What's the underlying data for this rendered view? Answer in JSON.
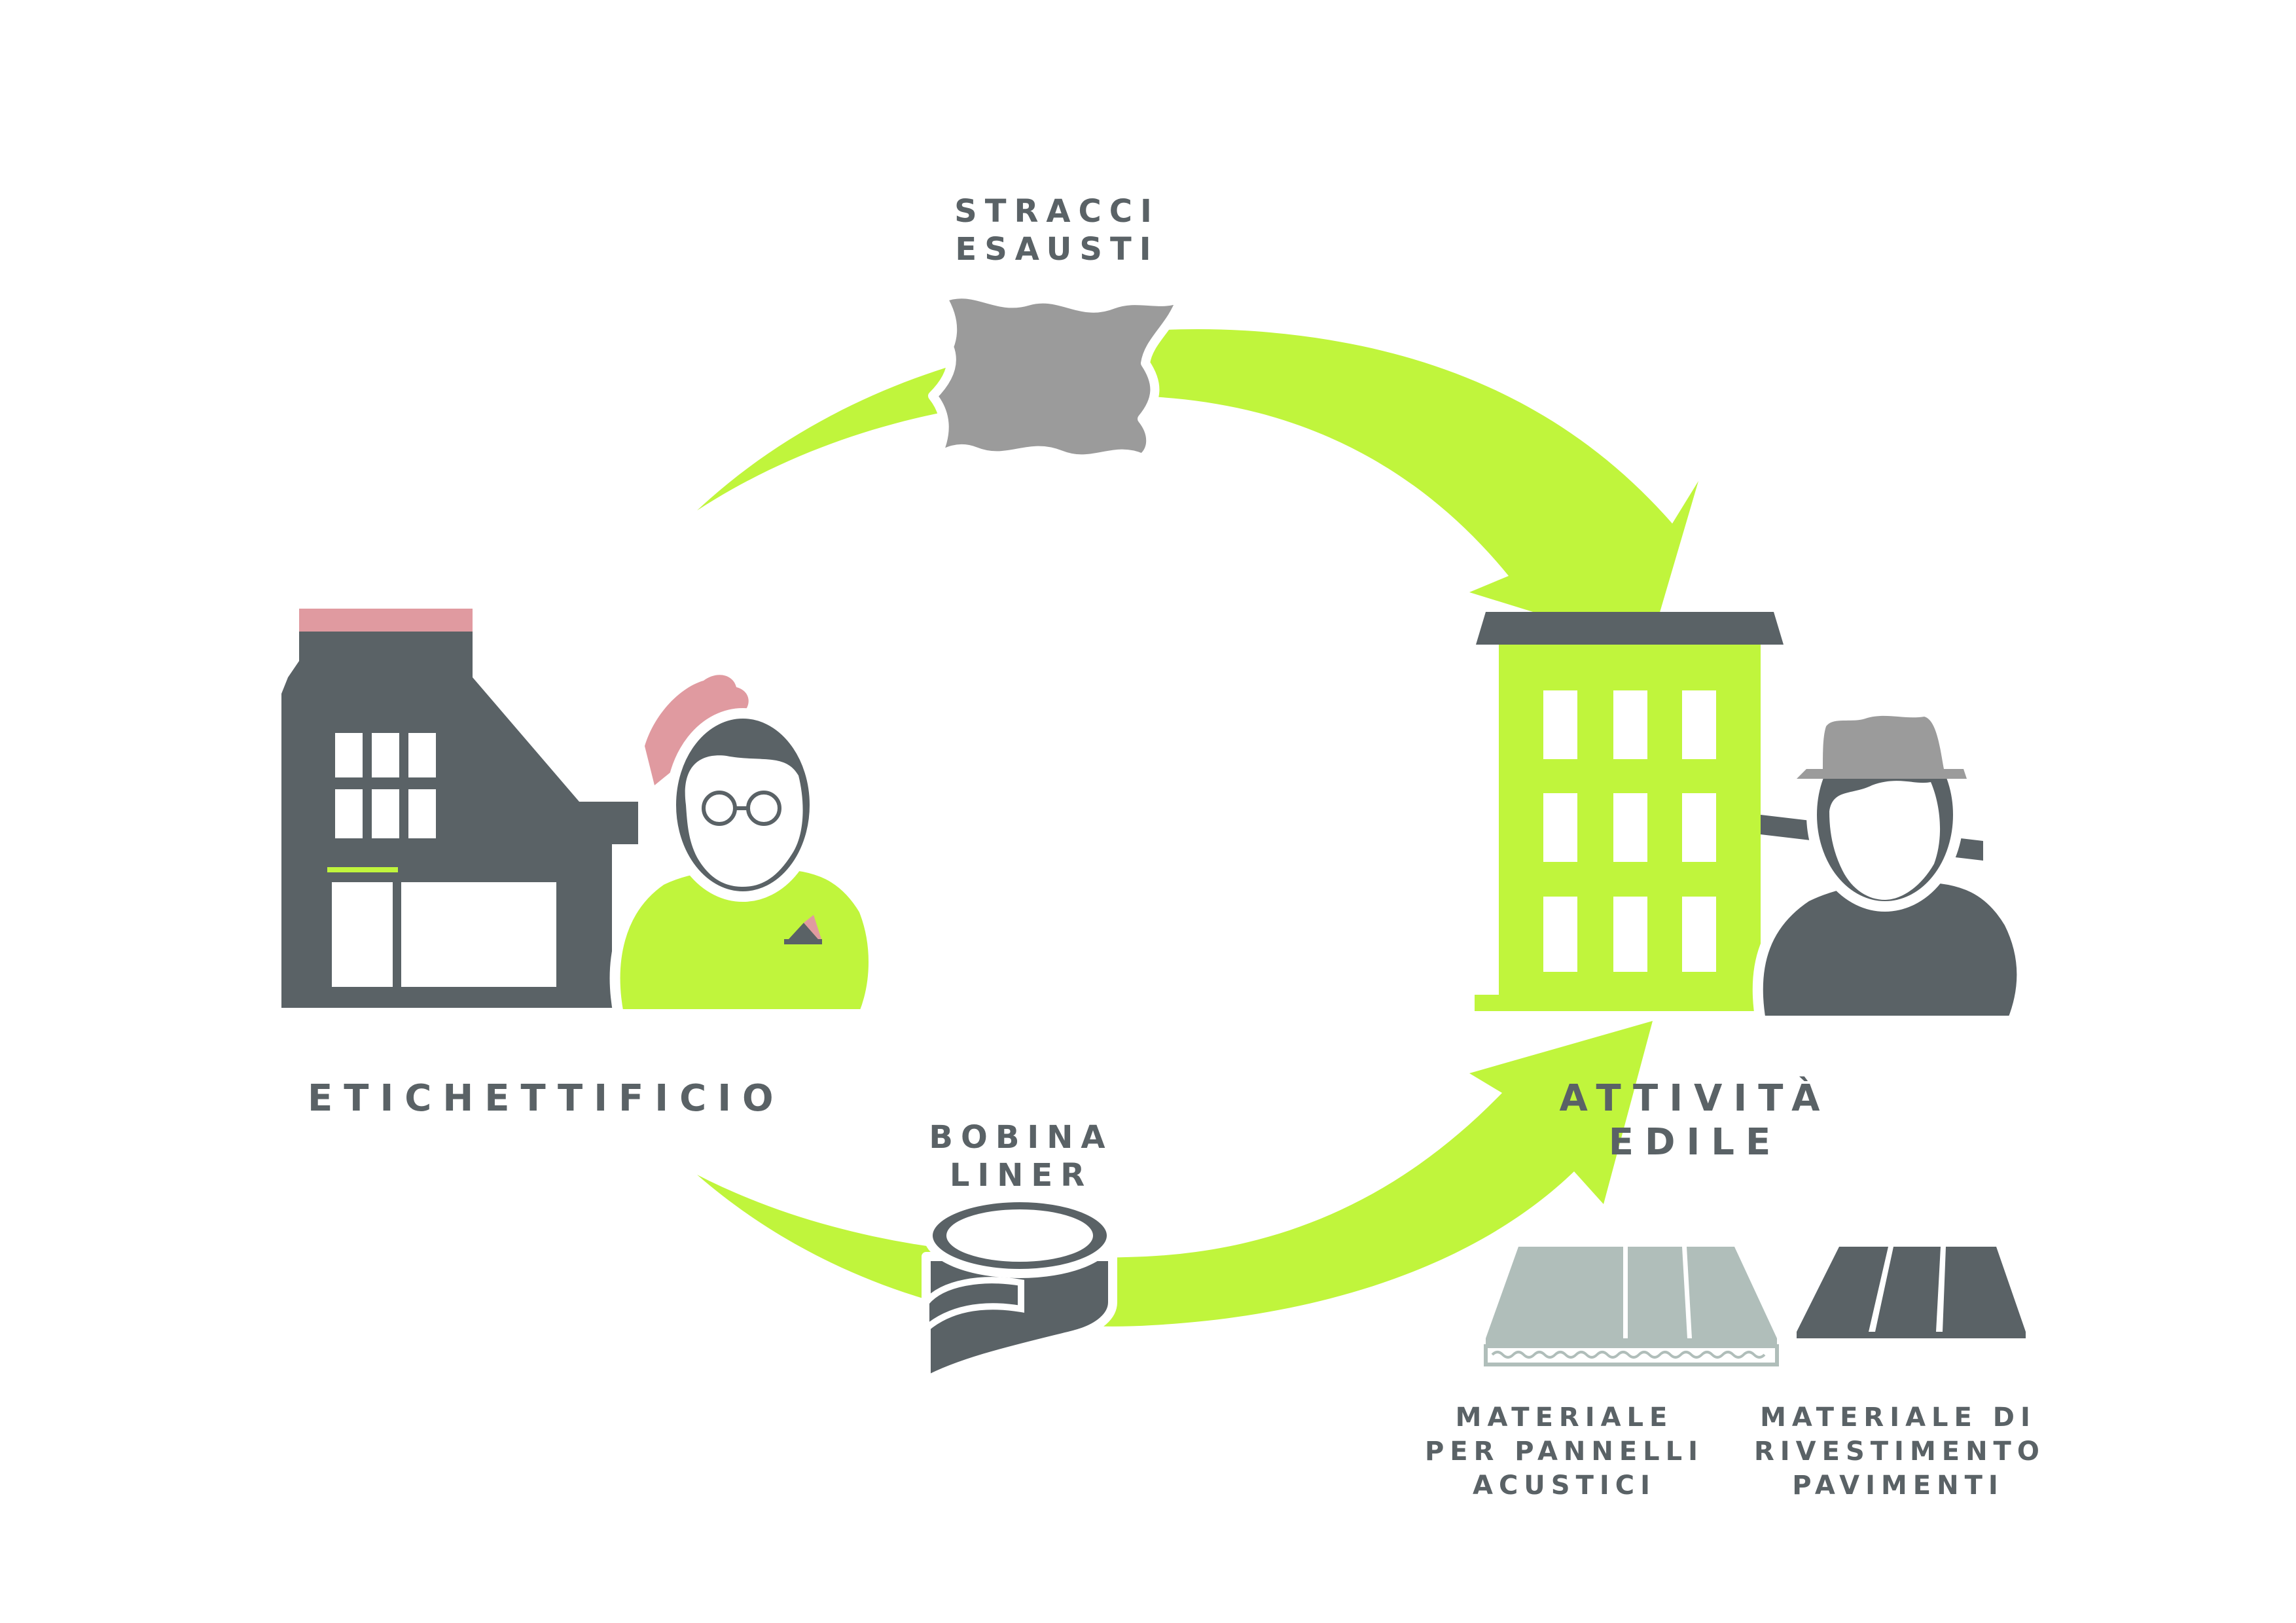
{
  "colors": {
    "green": "#c0f53c",
    "dark_gray": "#5a6266",
    "light_gray": "#9b9b9b",
    "pink": "#e09aa0",
    "pale_teal": "#b0beba",
    "background": "#ffffff"
  },
  "flow": {
    "top_item": [
      "STRACCI",
      "ESAUSTI"
    ],
    "bottom_item": [
      "BOBINA",
      "LINER"
    ]
  },
  "source": {
    "name": "ETICHETTIFICIO"
  },
  "destination": {
    "name": [
      "ATTIVITÀ",
      "EDILE"
    ]
  },
  "products": [
    {
      "label": [
        "MATERIALE",
        "PER PANNELLI",
        "ACUSTICI"
      ],
      "icon": "acoustic-panel-icon"
    },
    {
      "label": [
        "MATERIALE DI",
        "RIVESTIMENTO",
        "PAVIMENTI"
      ],
      "icon": "floor-covering-icon"
    }
  ],
  "icons": {
    "top_item": "rag-icon",
    "bottom_item": "liner-roll-icon",
    "source_building": "factory-icon",
    "source_person": "worker-glasses-icon",
    "destination_building": "apartment-building-icon",
    "destination_person": "worker-hat-icon"
  }
}
